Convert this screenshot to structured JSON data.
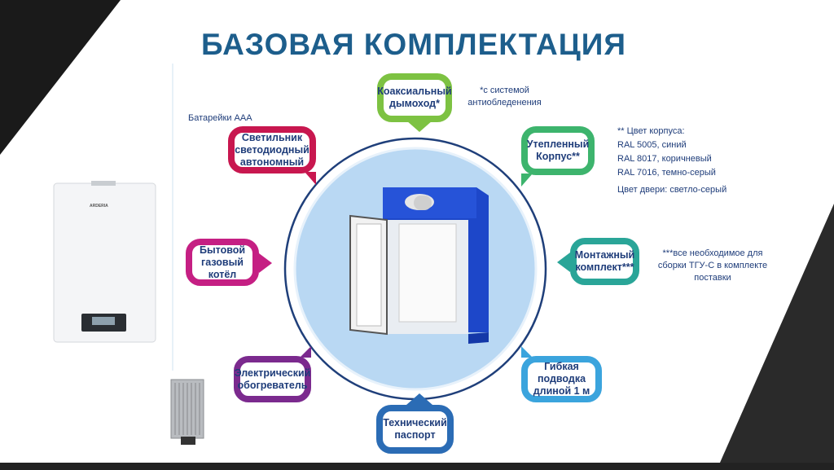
{
  "title": "БАЗОВАЯ КОМПЛЕКТАЦИЯ",
  "bubbles": {
    "chimney": "Коаксиальный дымоход*",
    "lamp": "Светильник светодиодный автономный",
    "casing": "Утепленный Корпус**",
    "boiler": "Бытовой газовый котёл",
    "mounting": "Монтажный комплект***",
    "heater": "Электрический обогреватель",
    "hose": "Гибкая подводка длиной 1 м",
    "passport": "Технический паспорт"
  },
  "notes": {
    "batteries": "Батарейки ААА",
    "chimney_1": "*с системой",
    "chimney_2": "антиобледенения",
    "casing_1": "**  Цвет корпуса:",
    "casing_2": "RAL 5005, синий",
    "casing_3": "RAL 8017, коричневый",
    "casing_4": "RAL 7016, темно-серый",
    "door": "Цвет двери: светло-серый",
    "mounting_1": "***все необходимое для",
    "mounting_2": "сборки ТГУ-С в комплекте",
    "mounting_3": "поставки"
  },
  "images": {
    "boiler_brand": "ARDERIA"
  },
  "colors": {
    "title": "#1d5e8c",
    "chimney": "#7dc242",
    "lamp": "#c8174f",
    "casing": "#3db46d",
    "boiler": "#c51f83",
    "mounting": "#2aa598",
    "heater": "#7b2a8e",
    "hose": "#3ba4dd",
    "passport": "#2b6cb5"
  }
}
